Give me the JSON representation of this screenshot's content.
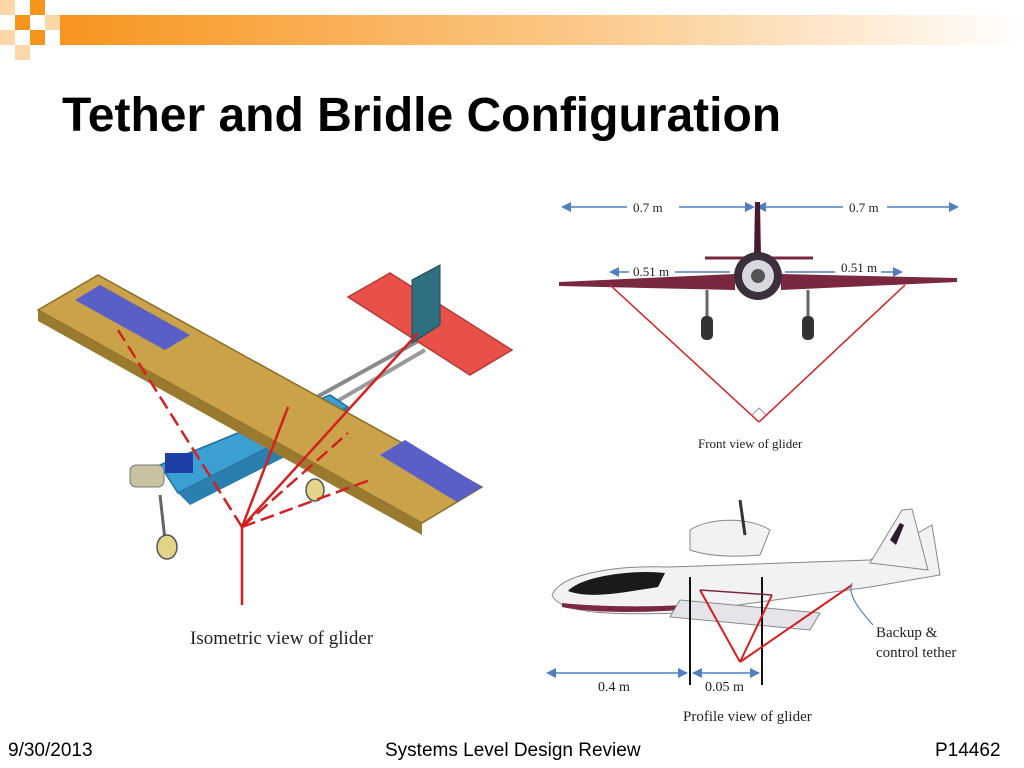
{
  "slide": {
    "title": "Tether and Bridle Configuration"
  },
  "figures": {
    "isometric": {
      "caption": "Isometric view of glider"
    },
    "front": {
      "caption": "Front view of glider",
      "dim_span_left": "0.7 m",
      "dim_span_right": "0.7 m",
      "dim_bridle_left": "0.51 m",
      "dim_bridle_right": "0.51 m"
    },
    "profile": {
      "caption": "Profile view of glider",
      "dim_nose": "0.4 m",
      "dim_bridle": "0.05 m",
      "callout": "Backup &",
      "callout_line2": "control tether"
    }
  },
  "footer": {
    "date": "9/30/2013",
    "center": "Systems Level Design Review",
    "project": "P14462"
  },
  "colors": {
    "accent_orange": "#f7941d",
    "tether_red": "#d42020",
    "wing_gold": "#c9a24a",
    "dimension_blue": "#4f7fc0"
  }
}
